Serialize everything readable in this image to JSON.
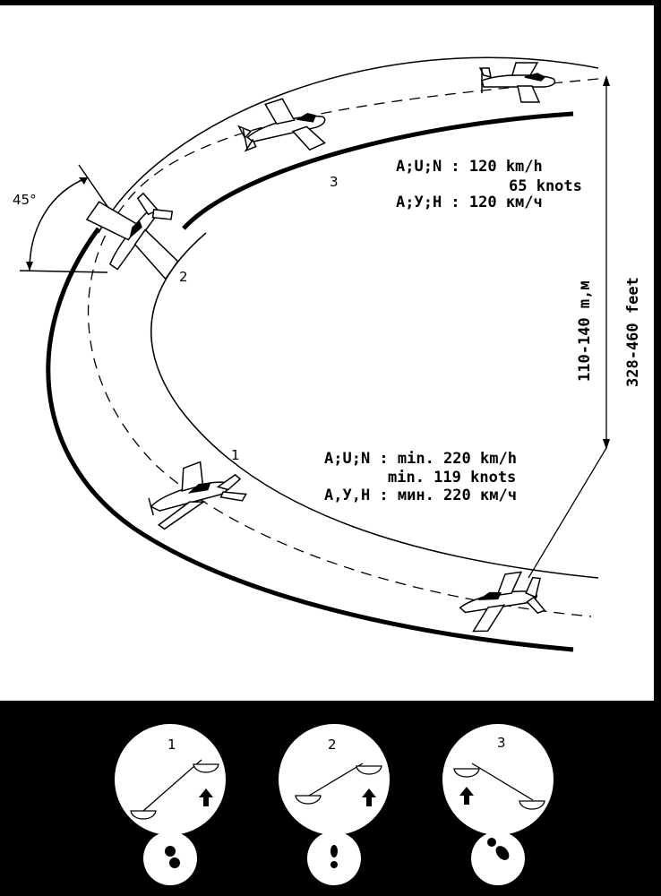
{
  "diagram": {
    "angle_label": "45°",
    "plane_numbers": [
      "1",
      "2",
      "3"
    ],
    "speed_upper": {
      "line1": "A;U;N : 120 km/h",
      "line2": "65 knots",
      "line3": "A;У;H : 120 км/ч"
    },
    "speed_lower": {
      "line1": "A;U;N : min. 220 km/h",
      "line2": "min. 119 knots",
      "line3": "A,У,H : мин. 220 км/ч"
    },
    "height_metric": "110-140 m,м",
    "height_feet": "328-460 feet"
  },
  "indicators": [
    {
      "number": "1",
      "ball_position": "center"
    },
    {
      "number": "2",
      "ball_position": "center"
    },
    {
      "number": "3",
      "ball_position": "left"
    }
  ],
  "colors": {
    "paper": "#ffffff",
    "ink": "#000000",
    "background": "#000000"
  }
}
